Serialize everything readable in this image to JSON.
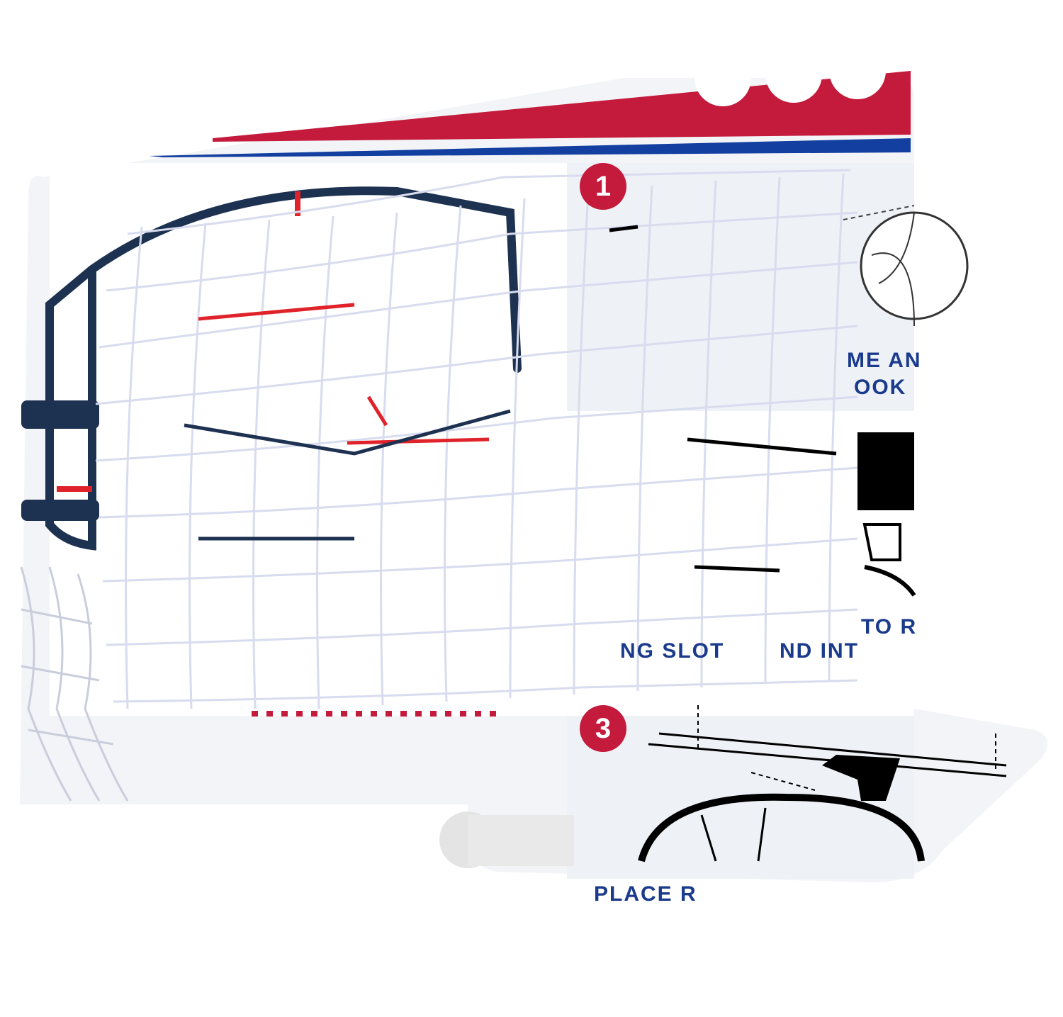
{
  "image": {
    "subject": "mini basketball hoop with net and backboard instruction graphic",
    "colors": {
      "red": "#c41a3c",
      "blue": "#123fa0",
      "navy": "#1d3150",
      "net": "#ffffff",
      "panel": "#f1f4f9",
      "text_blue": "#1a3a8c"
    }
  },
  "instructions": {
    "step1": {
      "number": "1",
      "line1": "ME AN",
      "line2": "OOK"
    },
    "step2": {
      "line1": "TO R",
      "line2": "NG SLOT",
      "line3": "ND INT"
    },
    "step3": {
      "number": "3",
      "line1": "PLACE R"
    }
  }
}
